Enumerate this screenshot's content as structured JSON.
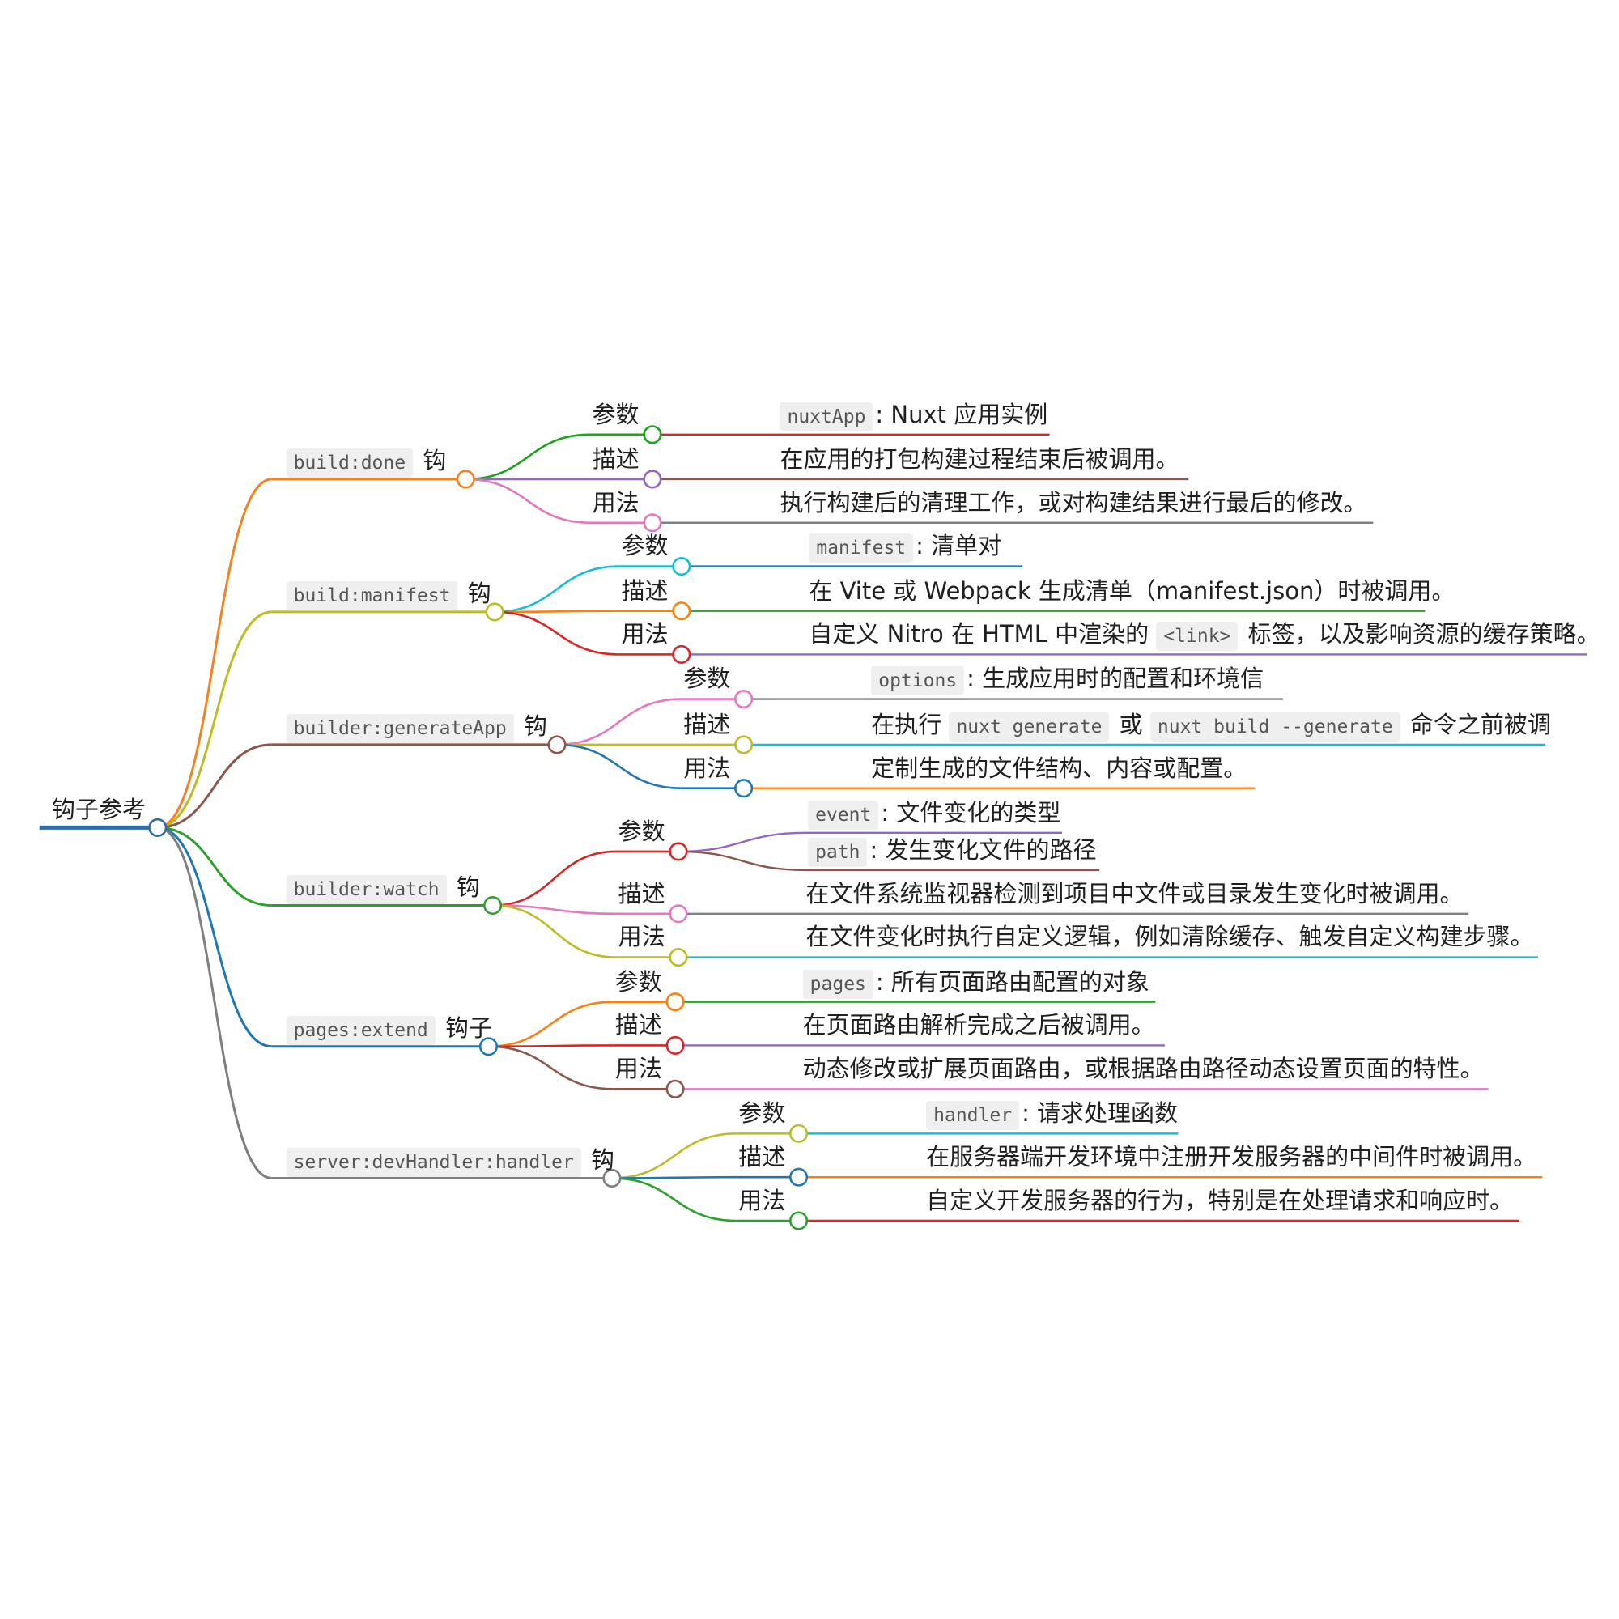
{
  "root": {
    "label": "钩子参考",
    "color": "#2e6da4"
  },
  "hooks": [
    {
      "code": "build:done",
      "suffix": "钩",
      "color": "#f5821f",
      "items": [
        {
          "label": "参数",
          "color": "#1ea31e",
          "text": [
            {
              "code": "nuxtApp"
            },
            {
              "text": ": Nuxt 应用实例"
            }
          ],
          "underline": "#d62728"
        },
        {
          "label": "描述",
          "color": "#9467bd",
          "text": [
            {
              "text": "在应用的打包构建过程结束后被调用。"
            }
          ],
          "underline": "#8c564b"
        },
        {
          "label": "用法",
          "color": "#e377c2",
          "text": [
            {
              "text": "执行构建后的清理工作，或对构建结果进行最后的修改。"
            }
          ],
          "underline": "#7f7f7f"
        }
      ]
    },
    {
      "code": "build:manifest",
      "suffix": "钩",
      "color": "#bcbd22",
      "items": [
        {
          "label": "参数",
          "color": "#17becf",
          "text": [
            {
              "code": "manifest"
            },
            {
              "text": ": 清单对"
            }
          ],
          "underline": "#1f77b4"
        },
        {
          "label": "描述",
          "color": "#ff7f0e",
          "text": [
            {
              "text": "在 Vite 或 Webpack 生成清单（manifest.json）时被调用。"
            }
          ],
          "underline": "#2ca02c"
        },
        {
          "label": "用法",
          "color": "#d62728",
          "text": [
            {
              "text": "自定义 Nitro 在 HTML 中渲染的 "
            },
            {
              "code": "<link>"
            },
            {
              "text": " 标签，以及影响资源的缓存策略。"
            }
          ],
          "underline": "#9467bd"
        }
      ]
    },
    {
      "code": "builder:generateApp",
      "suffix": "钩",
      "color": "#8c564b",
      "items": [
        {
          "label": "参数",
          "color": "#e377c2",
          "text": [
            {
              "code": "options"
            },
            {
              "text": ": 生成应用时的配置和环境信"
            }
          ],
          "underline": "#7f7f7f"
        },
        {
          "label": "描述",
          "color": "#bcbd22",
          "text": [
            {
              "text": "在执行 "
            },
            {
              "code": "nuxt generate"
            },
            {
              "text": " 或 "
            },
            {
              "code": "nuxt build --generate"
            },
            {
              "text": " 命令之前被调"
            }
          ],
          "underline": "#17becf"
        },
        {
          "label": "用法",
          "color": "#1f77b4",
          "text": [
            {
              "text": "定制生成的文件结构、内容或配置。"
            }
          ],
          "underline": "#ff7f0e"
        }
      ]
    },
    {
      "code": "builder:watch",
      "suffix": "钩",
      "color": "#2ca02c",
      "items": [
        {
          "label": "参数",
          "color": "#d62728",
          "children": [
            {
              "text": [
                {
                  "code": "event"
                },
                {
                  "text": ": 文件变化的类型"
                }
              ],
              "color": "#9467bd"
            },
            {
              "text": [
                {
                  "code": "path"
                },
                {
                  "text": ": 发生变化文件的路径"
                }
              ],
              "color": "#8c564b"
            }
          ]
        },
        {
          "label": "描述",
          "color": "#e377c2",
          "text": [
            {
              "text": "在文件系统监视器检测到项目中文件或目录发生变化时被调用。"
            }
          ],
          "underline": "#7f7f7f"
        },
        {
          "label": "用法",
          "color": "#bcbd22",
          "text": [
            {
              "text": "在文件变化时执行自定义逻辑，例如清除缓存、触发自定义构建步骤。"
            }
          ],
          "underline": "#17becf"
        }
      ]
    },
    {
      "code": "pages:extend",
      "suffix": "钩子",
      "color": "#1f77b4",
      "items": [
        {
          "label": "参数",
          "color": "#ff7f0e",
          "text": [
            {
              "code": "pages"
            },
            {
              "text": ": 所有页面路由配置的对象"
            }
          ],
          "underline": "#2ca02c"
        },
        {
          "label": "描述",
          "color": "#d62728",
          "text": [
            {
              "text": "在页面路由解析完成之后被调用。"
            }
          ],
          "underline": "#9467bd"
        },
        {
          "label": "用法",
          "color": "#8c564b",
          "text": [
            {
              "text": "动态修改或扩展页面路由，或根据路由路径动态设置页面的特性。"
            }
          ],
          "underline": "#e377c2"
        }
      ]
    },
    {
      "code": "server:devHandler:handler",
      "suffix": "钩",
      "color": "#7f7f7f",
      "items": [
        {
          "label": "参数",
          "color": "#bcbd22",
          "text": [
            {
              "code": "handler"
            },
            {
              "text": ": 请求处理函数"
            }
          ],
          "underline": "#17becf"
        },
        {
          "label": "描述",
          "color": "#1f77b4",
          "text": [
            {
              "text": "在服务器端开发环境中注册开发服务器的中间件时被调用。"
            }
          ],
          "underline": "#ff7f0e"
        },
        {
          "label": "用法",
          "color": "#2ca02c",
          "text": [
            {
              "text": "自定义开发服务器的行为，特别是在处理请求和响应时。"
            }
          ],
          "underline": "#d62728"
        }
      ]
    }
  ]
}
